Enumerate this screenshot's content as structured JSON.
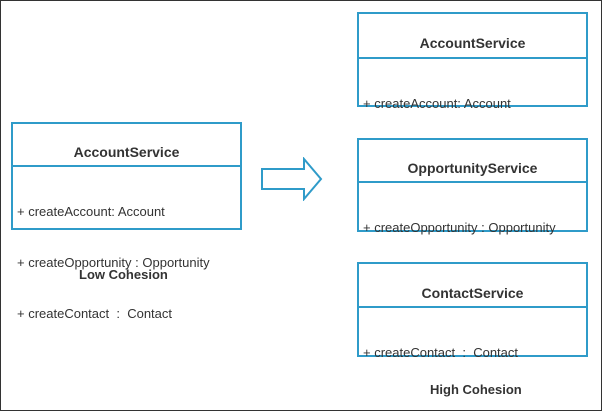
{
  "colors": {
    "accent": "#2f9bc9",
    "text": "#333333",
    "border": "#333333"
  },
  "low": {
    "class_name": "AccountService",
    "methods": [
      "+ createAccount: Account",
      "+ createOpportunity : Opportunity",
      "+ createContact  :  Contact"
    ],
    "caption": "Low Cohesion"
  },
  "high": {
    "classes": [
      {
        "class_name": "AccountService",
        "methods": [
          "+ createAccount: Account"
        ]
      },
      {
        "class_name": "OpportunityService",
        "methods": [
          "+ createOpportunity : Opportunity"
        ]
      },
      {
        "class_name": "ContactService",
        "methods": [
          "+ createContact  :  Contact"
        ]
      }
    ],
    "caption": "High Cohesion"
  },
  "arrow_icon": "right-arrow-icon"
}
